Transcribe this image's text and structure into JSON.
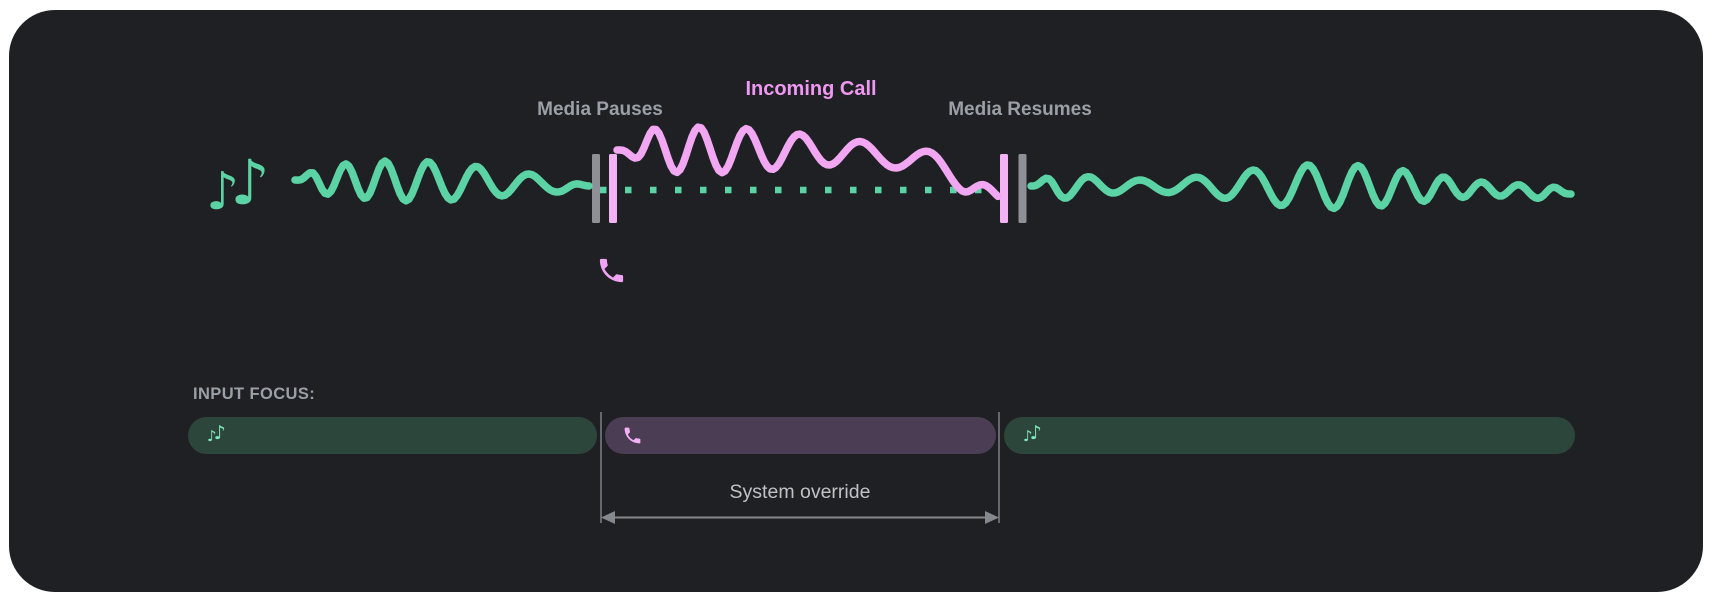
{
  "timeline": {
    "media_pauses_label": "Media Pauses",
    "incoming_call_label": "Incoming Call",
    "media_resumes_label": "Media Resumes"
  },
  "focus_bar": {
    "heading": "INPUT FOCUS:",
    "annotation": "System override",
    "segments": [
      {
        "name": "media-playing-before",
        "icon": "music-notes-icon"
      },
      {
        "name": "incoming-call",
        "icon": "phone-icon"
      },
      {
        "name": "media-playing-after",
        "icon": "music-notes-icon"
      }
    ]
  },
  "icons": {
    "note_glyph": "♪",
    "music_notes": "music-notes-icon",
    "phone": "phone-icon"
  },
  "colors": {
    "card_background": "#1f2023",
    "media_green": "#5bd3a4",
    "focus_bar_green": "#2d463b",
    "focus_icon_green": "#7de9b9",
    "call_pink_wave": "#f2a7f2",
    "incoming_call_text": "#ef97f1",
    "marker_pink": "#f3b2f4",
    "marker_gray": "#8e9095",
    "focus_bar_purple": "#4b3d54",
    "label_gray": "#9aa0a6",
    "annotation_gray": "#bfc2c6",
    "guide_line_gray": "#7d8085"
  }
}
